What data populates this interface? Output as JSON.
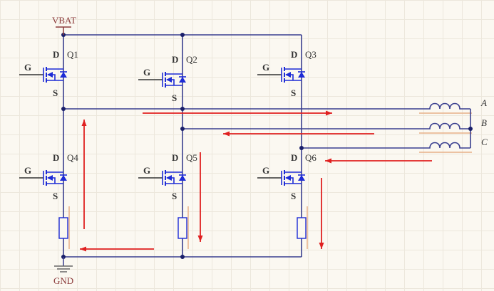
{
  "power": {
    "vbat": "VBAT",
    "gnd": "GND"
  },
  "pins": {
    "drain": "D",
    "gate": "G",
    "source": "S"
  },
  "transistors": [
    {
      "ref": "Q1"
    },
    {
      "ref": "Q2"
    },
    {
      "ref": "Q3"
    },
    {
      "ref": "Q4"
    },
    {
      "ref": "Q5"
    },
    {
      "ref": "Q6"
    }
  ],
  "phases": [
    "A",
    "B",
    "C"
  ],
  "colors": {
    "wire": "#3a3f8f",
    "component": "#1d2bd6",
    "current": "#e02020",
    "label": "#333333",
    "power_label": "#8b3a3a",
    "winding_bar": "#e8b088"
  }
}
